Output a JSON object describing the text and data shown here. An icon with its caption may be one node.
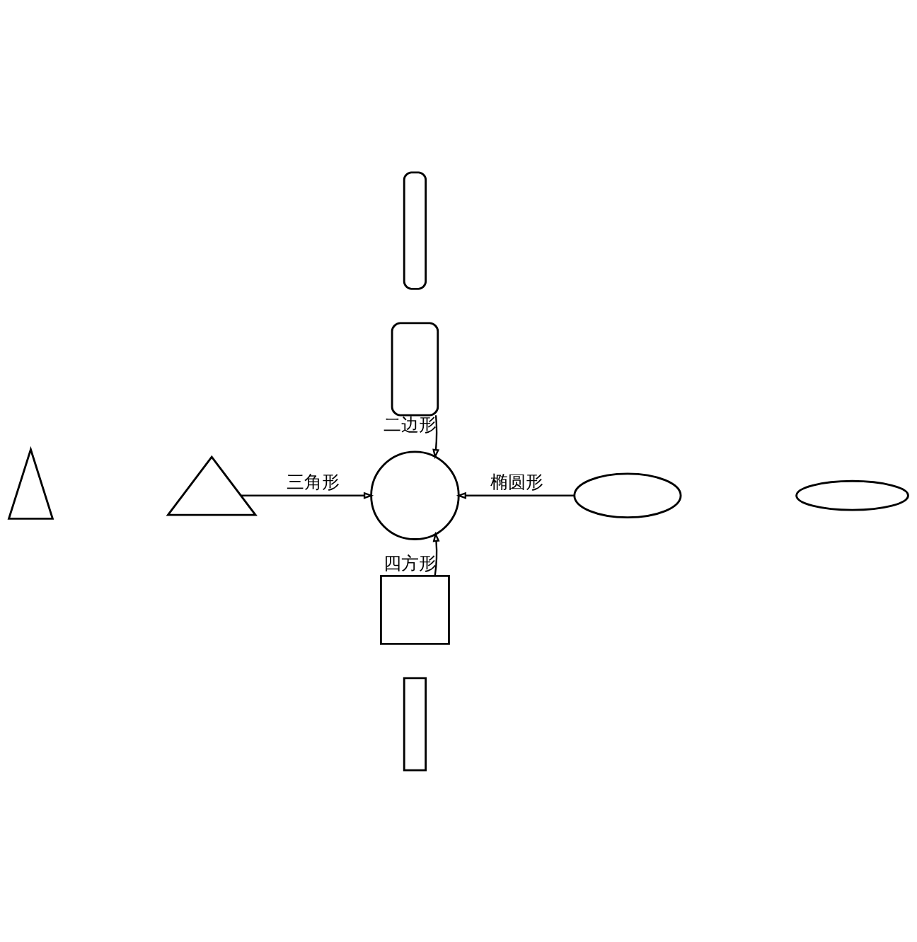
{
  "diagram": {
    "nodes": [
      {
        "text": [],
        "shape": "capsule"
      },
      {
        "text": [],
        "shape": "capsule"
      },
      {
        "text": [],
        "shape": "triangle"
      },
      {
        "text": [],
        "shape": "triangle"
      },
      {
        "text": [],
        "shape": "circle"
      },
      {
        "text": [],
        "shape": "ellipse"
      },
      {
        "text": [],
        "shape": "ellipse"
      },
      {
        "text": [],
        "shape": "box"
      },
      {
        "text": [],
        "shape": "box"
      }
    ],
    "edges": [
      {
        "from": 1,
        "to": 4,
        "arrow": "to",
        "label": "二边形"
      },
      {
        "from": 3,
        "to": 4,
        "arrow": "to",
        "label": "三角形"
      },
      {
        "from": 5,
        "to": 4,
        "arrow": "to",
        "label": "椭圆形"
      },
      {
        "from": 7,
        "to": 4,
        "arrow": "to",
        "label": "四方形"
      }
    ]
  }
}
